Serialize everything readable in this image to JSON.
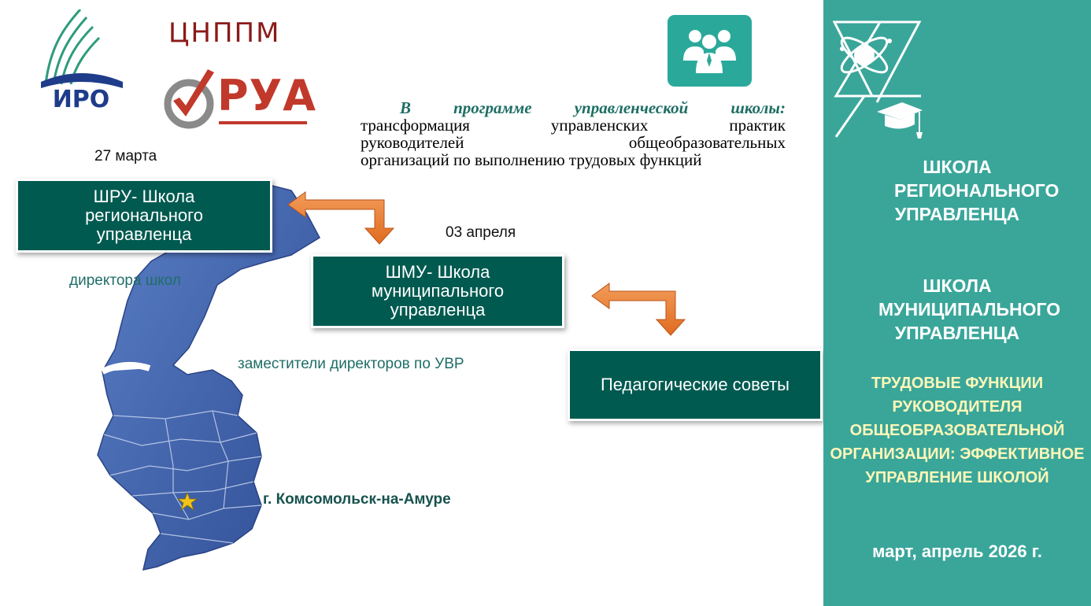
{
  "logos": {
    "iro": "ИРО",
    "cnppm": "ЦНППМ",
    "rua": "РУА"
  },
  "intro": {
    "lead": "В программе управленческой школы:",
    "lines": [
      "трансформация управленских практик",
      "руководителей общеобразовательных",
      "организаций по выполнению трудовых функций"
    ]
  },
  "flow": {
    "date_1": "27 марта",
    "date_2": "03 апреля",
    "box_1": "ШРУ- Школа регионального управленца",
    "box_2": "ШМУ- Школа муниципального управленца",
    "box_3": "Педагогические советы",
    "audience_1": "директора школ",
    "audience_2": "заместители директоров по УВР"
  },
  "map": {
    "city": "г. Комсомольск-на-Амуре",
    "marker_color": "#f0c419",
    "region_color": "#3d5fae"
  },
  "panel": {
    "title_1": "ШКОЛА РЕГИОНАЛЬНОГО УПРАВЛЕНЦА",
    "title_2": "ШКОЛА МУНИЦИПАЛЬНОГО УПРАВЛЕНЦА",
    "subtitle": "ТРУДОВЫЕ ФУНКЦИИ РУКОВОДИТЕЛЯ ОБЩЕОБРАЗОВАТЕЛЬНОЙ ОРГАНИЗАЦИИ: ЭФФЕКТИВНОЕ УПРАВЛЕНИЕ ШКОЛОЙ",
    "date": "март, апрель 2026 г.",
    "bg_color": "#3aa69a"
  },
  "icons": {
    "people": "people-group-icon",
    "atom": "atom-graduation-icon"
  }
}
